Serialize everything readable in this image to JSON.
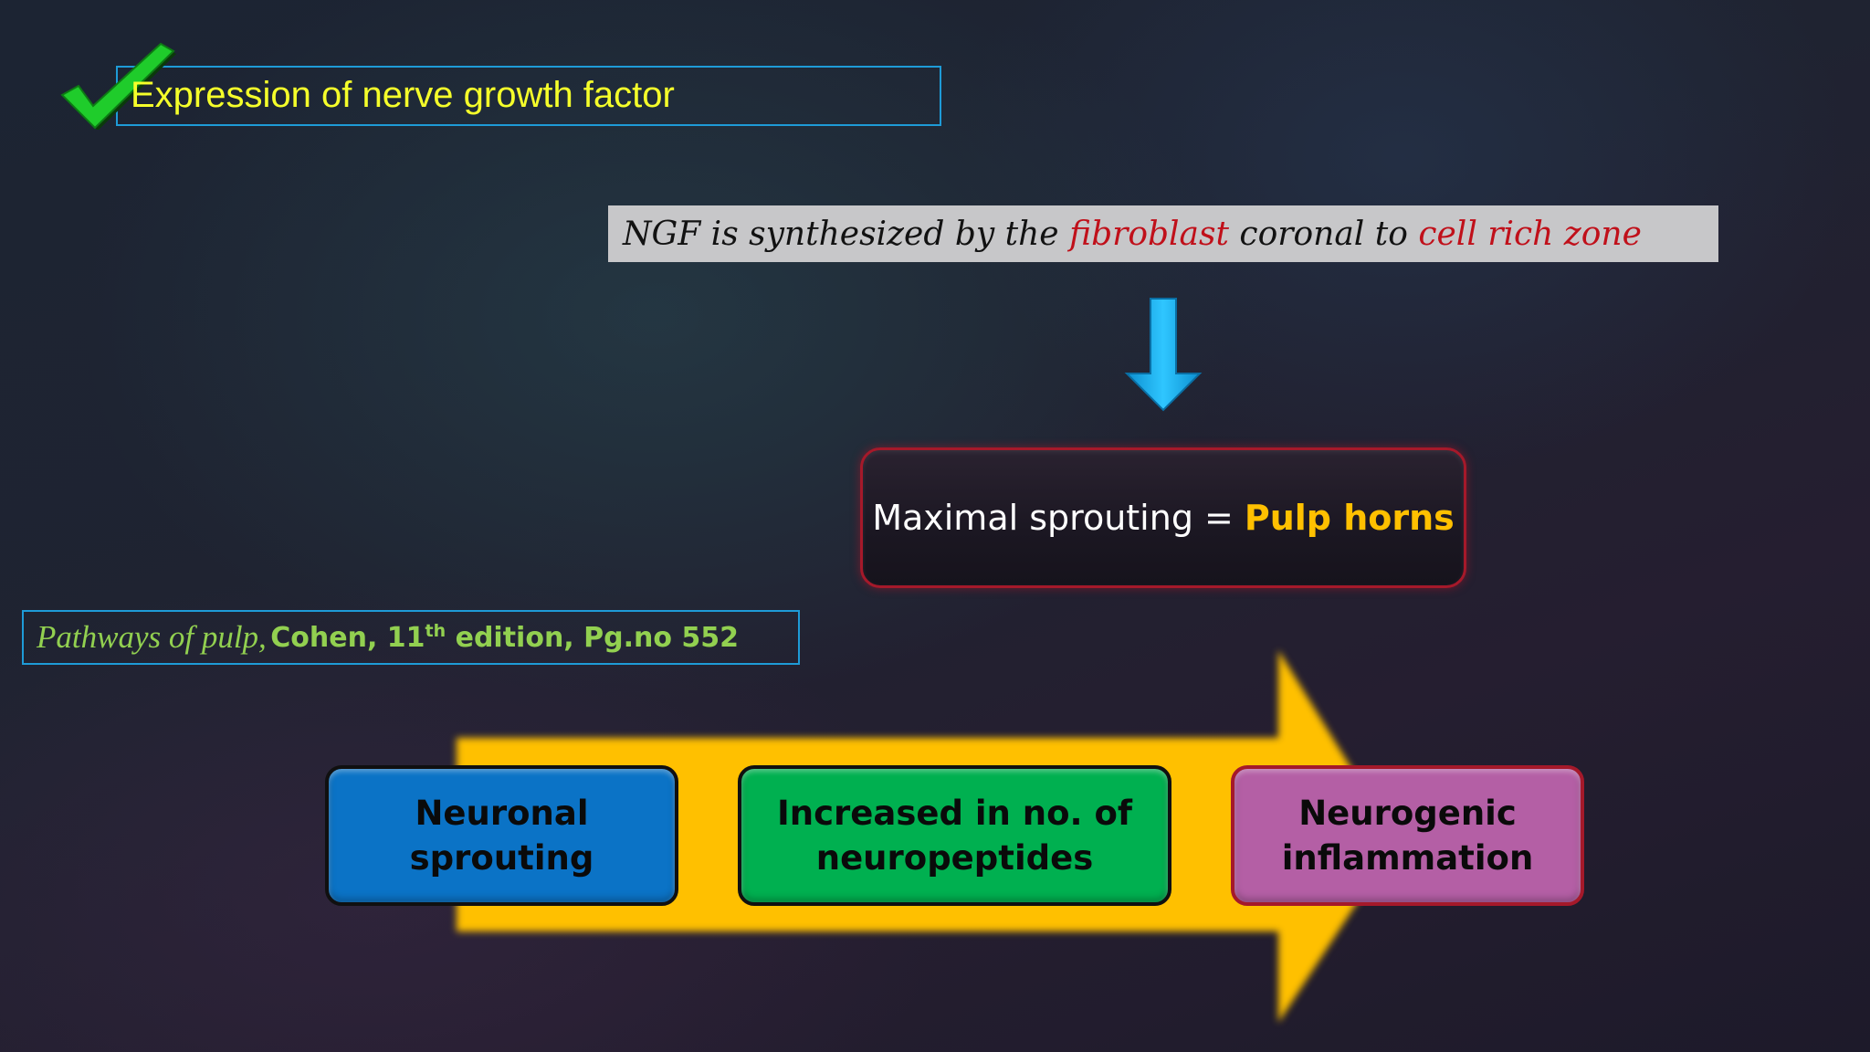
{
  "title": {
    "text": "Expression of nerve growth factor",
    "icon": "checkmark-icon",
    "text_color": "#f5ff2a",
    "border_color": "#1e9bd7"
  },
  "ngf_statement": {
    "part1": "NGF is synthesized by the",
    "highlight1": "fibroblast",
    "part2": "coronal to",
    "highlight2": "cell rich zone",
    "highlight_color": "#c0101a"
  },
  "down_arrow": {
    "icon": "down-arrow-icon",
    "color": "#1ab3ee"
  },
  "maximal_sprouting": {
    "label": "Maximal sprouting =",
    "highlight": "Pulp horns",
    "highlight_color": "#ffc000"
  },
  "reference": {
    "book": "Pathways of pulp,",
    "author_edition": "Cohen, 11",
    "edition_sup": "th",
    "edition_rest": "edition, Pg.no 552",
    "color": "#92d050"
  },
  "process": {
    "arrow_color": "#ffc000",
    "steps": [
      {
        "line1": "Neuronal",
        "line2": "sprouting",
        "color": "#0b73c6"
      },
      {
        "line1": "Increased in no. of",
        "line2": "neuropeptides",
        "color": "#00b050"
      },
      {
        "line1": "Neurogenic",
        "line2": "inflammation",
        "color": "#b45fa5"
      }
    ]
  }
}
